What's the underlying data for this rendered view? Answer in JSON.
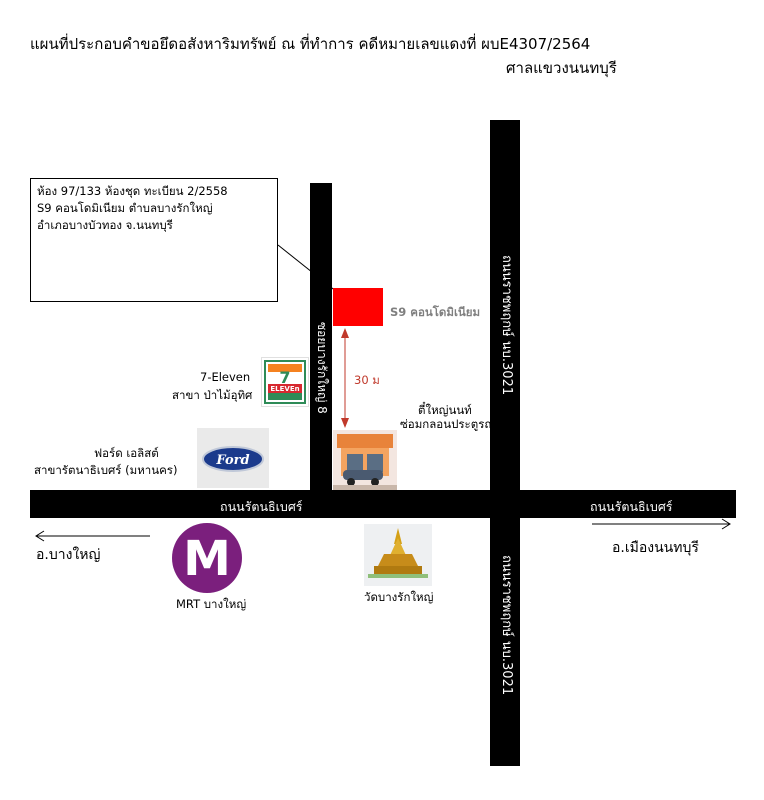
{
  "title": "แผนที่ประกอบคำขอยึดอสังหาริมทรัพย์ ณ ที่ทำการ คดีหมายเลขแดงที่ ผบE4307/2564",
  "subtitle": "ศาลแขวงนนทบุรี",
  "address": {
    "line1": "ห้อง 97/133  ห้องชุด ทะเบียน 2/2558",
    "line2": "S9 คอนโดมิเนียม ตำบลบางรักใหญ่",
    "line3": "อำเภอบางบัวทอง จ.นนทบุรี"
  },
  "target_label": "S9 คอนโดมิเนียม",
  "distance": "30 ม",
  "roads": {
    "soi": "ซอยบางรักใหญ่ 8",
    "rattanathibet_left": "ถนนรัตนธิเบศร์",
    "rattanathibet_right": "ถนนรัตนธิเบศร์",
    "ratchaphruek_top": "ถนนราชพฤกษ์ นบ.3021",
    "ratchaphruek_bottom": "ถนนราชพฤกษ์ นบ.3021"
  },
  "landmarks": {
    "seven_line1": "7-Eleven",
    "seven_line2": "สาขา ป่าไม้อุทิศ",
    "seven_logo_text": "ELEVEn",
    "seven_logo_num": "7",
    "garage_line1": "ตี๋ใหญ่นนท์",
    "garage_line2": "ซ่อมกลอนประตูรถยนต์",
    "ford_line1": "ฟอร์ด เอลิสต์",
    "ford_line2": "สาขารัตนาธิเบศร์ (มหานคร)",
    "ford_logo_text": "Ford",
    "mrt_logo": "M",
    "mrt_label": "MRT บางใหญ่",
    "temple_label": "วัดบางรักใหญ่"
  },
  "directions": {
    "left": "อ.บางใหญ่",
    "right": "อ.เมืองนนทบุรี"
  },
  "colors": {
    "road": "#000000",
    "target": "#ff0000",
    "distance": "#c0392b",
    "mrt": "#7b1f7d",
    "target_label": "#7f7f7f"
  }
}
